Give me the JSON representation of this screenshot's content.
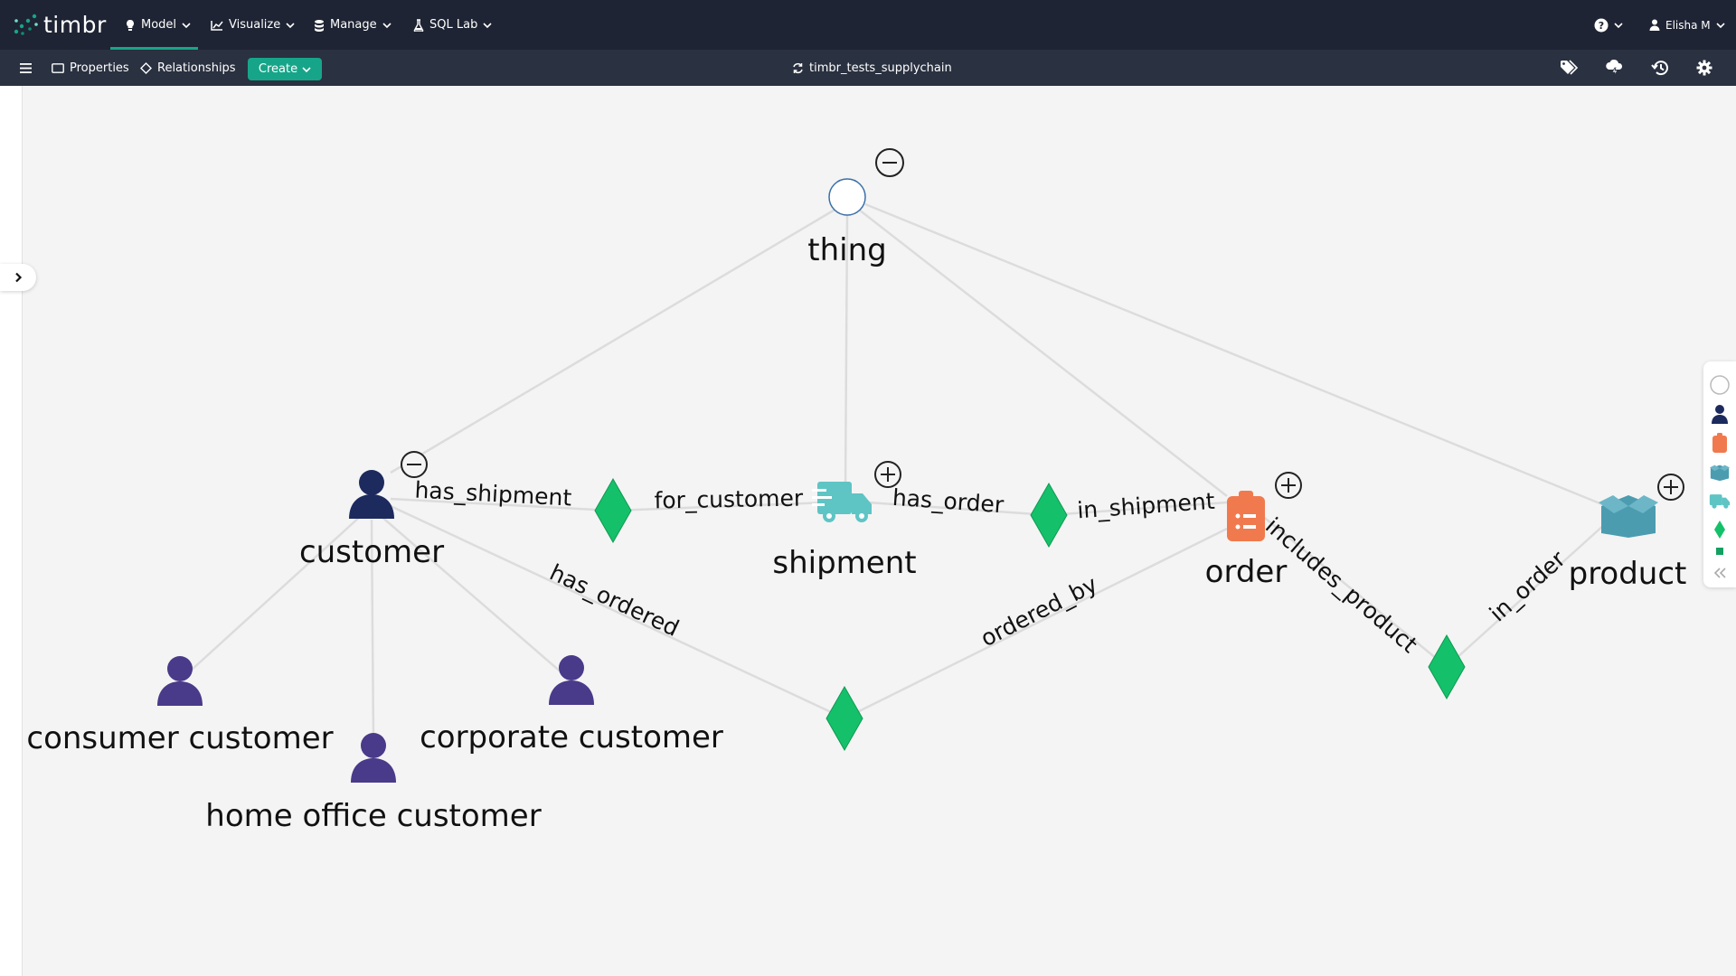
{
  "app": {
    "logo_text": "timbr"
  },
  "topnav": {
    "menus": [
      {
        "label": "Model",
        "icon": "bulb-icon"
      },
      {
        "label": "Visualize",
        "icon": "chart-icon"
      },
      {
        "label": "Manage",
        "icon": "database-icon"
      },
      {
        "label": "SQL Lab",
        "icon": "flask-icon"
      }
    ],
    "help_icon": "help-icon",
    "user_name": "Elisha M"
  },
  "subbar": {
    "properties_label": "Properties",
    "relationships_label": "Relationships",
    "create_label": "Create",
    "ontology_name": "timbr_tests_supplychain"
  },
  "graph": {
    "nodes": {
      "thing": "thing",
      "customer": "customer",
      "shipment": "shipment",
      "order": "order",
      "product": "product",
      "consumer_customer": "consumer customer",
      "corporate_customer": "corporate customer",
      "home_office_customer": "home office customer"
    },
    "edges": {
      "has_shipment": "has_shipment",
      "for_customer": "for_customer",
      "has_order": "has_order",
      "in_shipment": "in_shipment",
      "has_ordered": "has_ordered",
      "ordered_by": "ordered_by",
      "includes_product": "includes_product",
      "in_order": "in_order"
    },
    "colors": {
      "customer": "#1c2a5e",
      "subcustomer": "#4a3a8a",
      "shipment": "#5fc4c4",
      "order": "#f07a4e",
      "product": "#4c9cb0",
      "relationship": "#14c16a",
      "edge": "#dcdcdc"
    }
  },
  "legend": {
    "items": [
      "thing-icon",
      "person-icon",
      "clipboard-icon",
      "box-icon",
      "truck-icon",
      "diamond-icon",
      "square-icon"
    ]
  }
}
